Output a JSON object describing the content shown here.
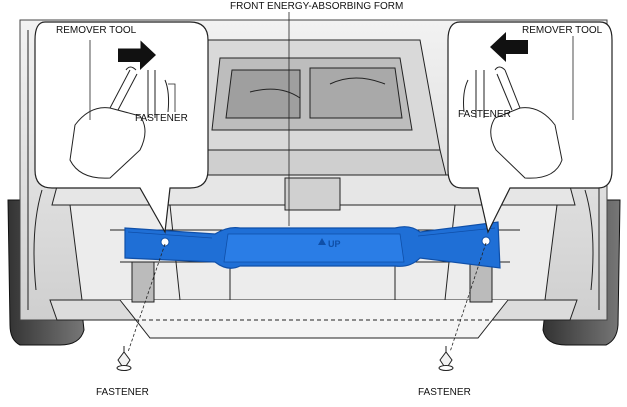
{
  "labels": {
    "top_title": "FRONT ENERGY-ABSORBING FORM",
    "remover_tool_left": "REMOVER TOOL",
    "remover_tool_right": "REMOVER TOOL",
    "fastener_inset_left": "FASTENER",
    "fastener_inset_right": "FASTENER",
    "fastener_bottom_left": "FASTENER",
    "fastener_bottom_right": "FASTENER",
    "up_mark": "UP"
  },
  "colors": {
    "energy_absorber": "#1f6fd6",
    "energy_absorber_dark": "#0f4fa8",
    "linework": "#222222",
    "arrow_fill": "#111111"
  }
}
